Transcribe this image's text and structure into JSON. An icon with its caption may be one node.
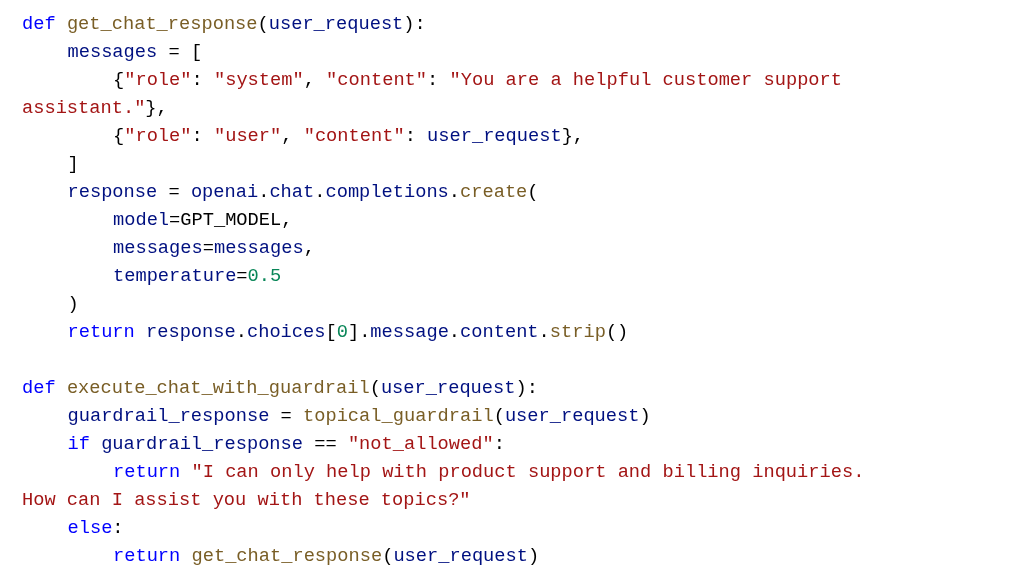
{
  "diagram": {
    "labels": [
      "def get_chat_response(user_request):",
      "messages = [",
      "{\"role\": \"system\", \"content\": \"You are a helpful customer support assistant.\"},",
      "{\"role\": \"user\", \"content\": user_request},",
      "]",
      "response = openai.chat.completions.create(",
      "model=GPT_MODEL,",
      "messages=messages,",
      "temperature=0.5",
      ")",
      "return response.choices[0].message.content.strip()",
      "def execute_chat_with_guardrail(user_request):",
      "guardrail_response = topical_guardrail(user_request)",
      "if guardrail_response == \"not_allowed\":",
      "return \"I can only help with product support and billing inquiries. How can I assist you with these topics?\"",
      "else:",
      "return get_chat_response(user_request)"
    ]
  }
}
